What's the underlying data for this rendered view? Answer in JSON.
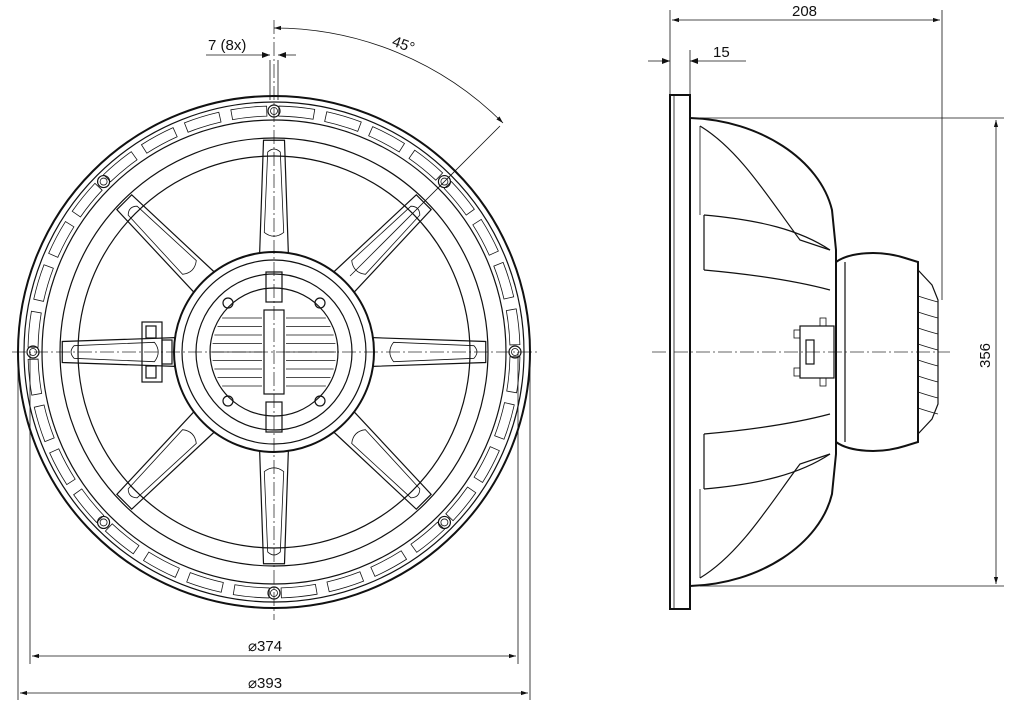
{
  "dimensions": {
    "bolt_hole": "7 (8x)",
    "bolt_angle": "45°",
    "baffle_diameter": "⌀374",
    "outer_diameter": "⌀393",
    "depth": "208",
    "flange_thickness": "15",
    "height": "356"
  }
}
